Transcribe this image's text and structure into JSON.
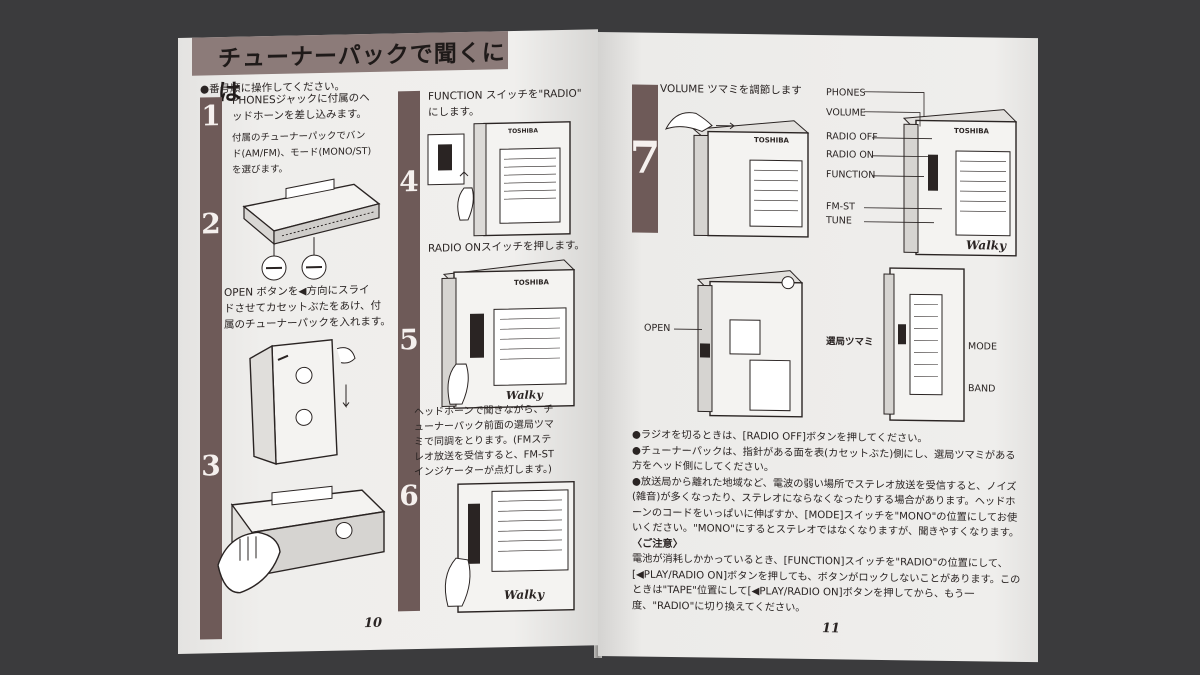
{
  "left_page": {
    "title": "チューナーパックで聞くには",
    "heading": "●番号順に操作してください。",
    "steps": [
      {
        "num": "1",
        "lines": [
          "PHONESジャックに付属のヘ",
          "ッドホーンを差し込みます。",
          "",
          "付属のチューナーパックでバン",
          "ド(AM/FM)、モード(MONO/ST)",
          "を選びます。"
        ]
      },
      {
        "num": "2",
        "lines": [
          "OPEN ボタンを◀方向にスライ",
          "ドさせてカセットぶたをあけ、付",
          "属のチューナーパックを入れます。"
        ]
      },
      {
        "num": "3",
        "lines": []
      },
      {
        "num": "4",
        "lines": [
          "FUNCTION スイッチを\"RADIO\"",
          "にします。"
        ]
      },
      {
        "num": "5",
        "lines": [
          "RADIO ONスイッチを押します。"
        ]
      },
      {
        "num": "6",
        "lines": [
          "ヘッドホーンで聞きながら、チ",
          "ューナーパック前面の選局ツマ",
          "ミで同調をとります。(FMステ",
          "レオ放送を受信すると、FM-ST",
          "インジケーターが点灯します。)"
        ]
      }
    ],
    "page_number": "10"
  },
  "right_page": {
    "step7": {
      "num": "7",
      "text": "VOLUME ツマミを調節します"
    },
    "callouts_top": [
      "PHONES",
      "VOLUME",
      "RADIO OFF",
      "RADIO ON",
      "FUNCTION",
      "FM-ST",
      "TUNE"
    ],
    "callouts_bottom": {
      "open": "OPEN",
      "tuning": "選局ツマミ",
      "mode": "MODE",
      "band": "BAND"
    },
    "notes": [
      "●ラジオを切るときは、[RADIO OFF]ボタンを押してください。",
      "●チューナーパックは、指針がある面を表(カセットぶた)側にし、選局ツマミがある方をヘッド側にしてください。",
      "●放送局から離れた地域など、電波の弱い場所でステレオ放送を受信すると、ノイズ(雑音)が多くなったり、ステレオにならなくなったりする場合があります。ヘッドホーンのコードをいっぱいに伸ばすか、[MODE]スイッチを\"MONO\"の位置にしてお使いください。\"MONO\"にするとステレオではなくなりますが、聞きやすくなります。"
    ],
    "caution_heading": "〈ご注意〉",
    "caution_text": "電池が消耗しかかっているとき、[FUNCTION]スイッチを\"RADIO\"の位置にして、[◀PLAY/RADIO ON]ボタンを押しても、ボタンがロックしないことがあります。このときは\"TAPE\"位置にして[◀PLAY/RADIO ON]ボタンを押してから、もう一度、\"RADIO\"に切り換えてください。",
    "page_number": "11"
  },
  "device": {
    "brand": "TOSHIBA",
    "model": "Walky"
  }
}
